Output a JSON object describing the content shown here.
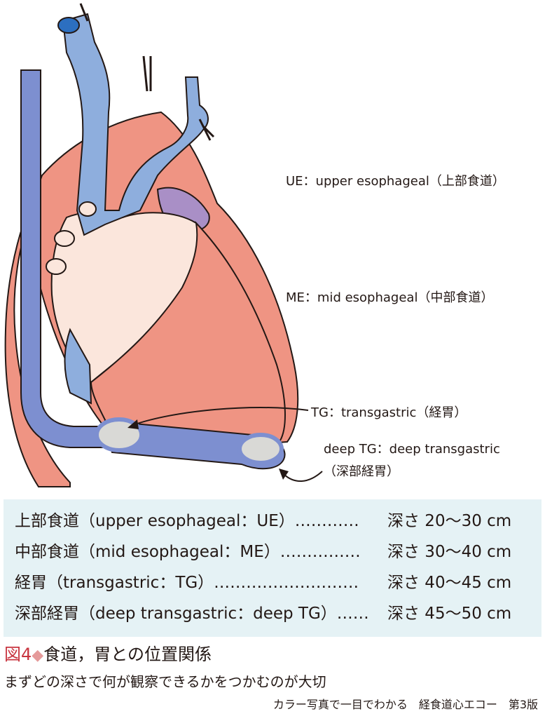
{
  "labels": {
    "ue": "UE：upper esophageal（上部食道）",
    "me": "ME：mid esophageal（中部食道）",
    "tg": "TG：transgastric（経胃）",
    "deep_tg_1": "deep TG：deep transgastric",
    "deep_tg_2": "（深部経胃）"
  },
  "table": {
    "rows": [
      {
        "name": "上部食道（upper esophageal：UE）…………",
        "depth": "深さ 20～30 cm"
      },
      {
        "name": "中部食道（mid esophageal：ME）……………",
        "depth": "深さ 30～40 cm"
      },
      {
        "name": "経胃（transgastric：TG）………………………",
        "depth": "深さ 40～45 cm"
      },
      {
        "name": "深部経胃（deep transgastric：deep TG）……",
        "depth": "深さ 45～50 cm"
      }
    ]
  },
  "figure": {
    "number": "図4",
    "diamond": "◆",
    "title": "食道，胃との位置関係",
    "subtitle": "まずどの深さで何が観察できるかをつかむのが大切",
    "credit": "カラー写真で一目でわかる　経食道心エコー　第3版"
  },
  "colors": {
    "vessel_blue": "#8eaedd",
    "heart_salmon": "#ef9483",
    "atrium_cream": "#fbe6dc",
    "purple": "#a98fc6",
    "probe_blue": "#7d8fd0",
    "probe_tip": "#d9d9d6",
    "table_bg": "#e5f2f5",
    "accent_red": "#c8343f",
    "accent_pink": "#e59a9a"
  }
}
